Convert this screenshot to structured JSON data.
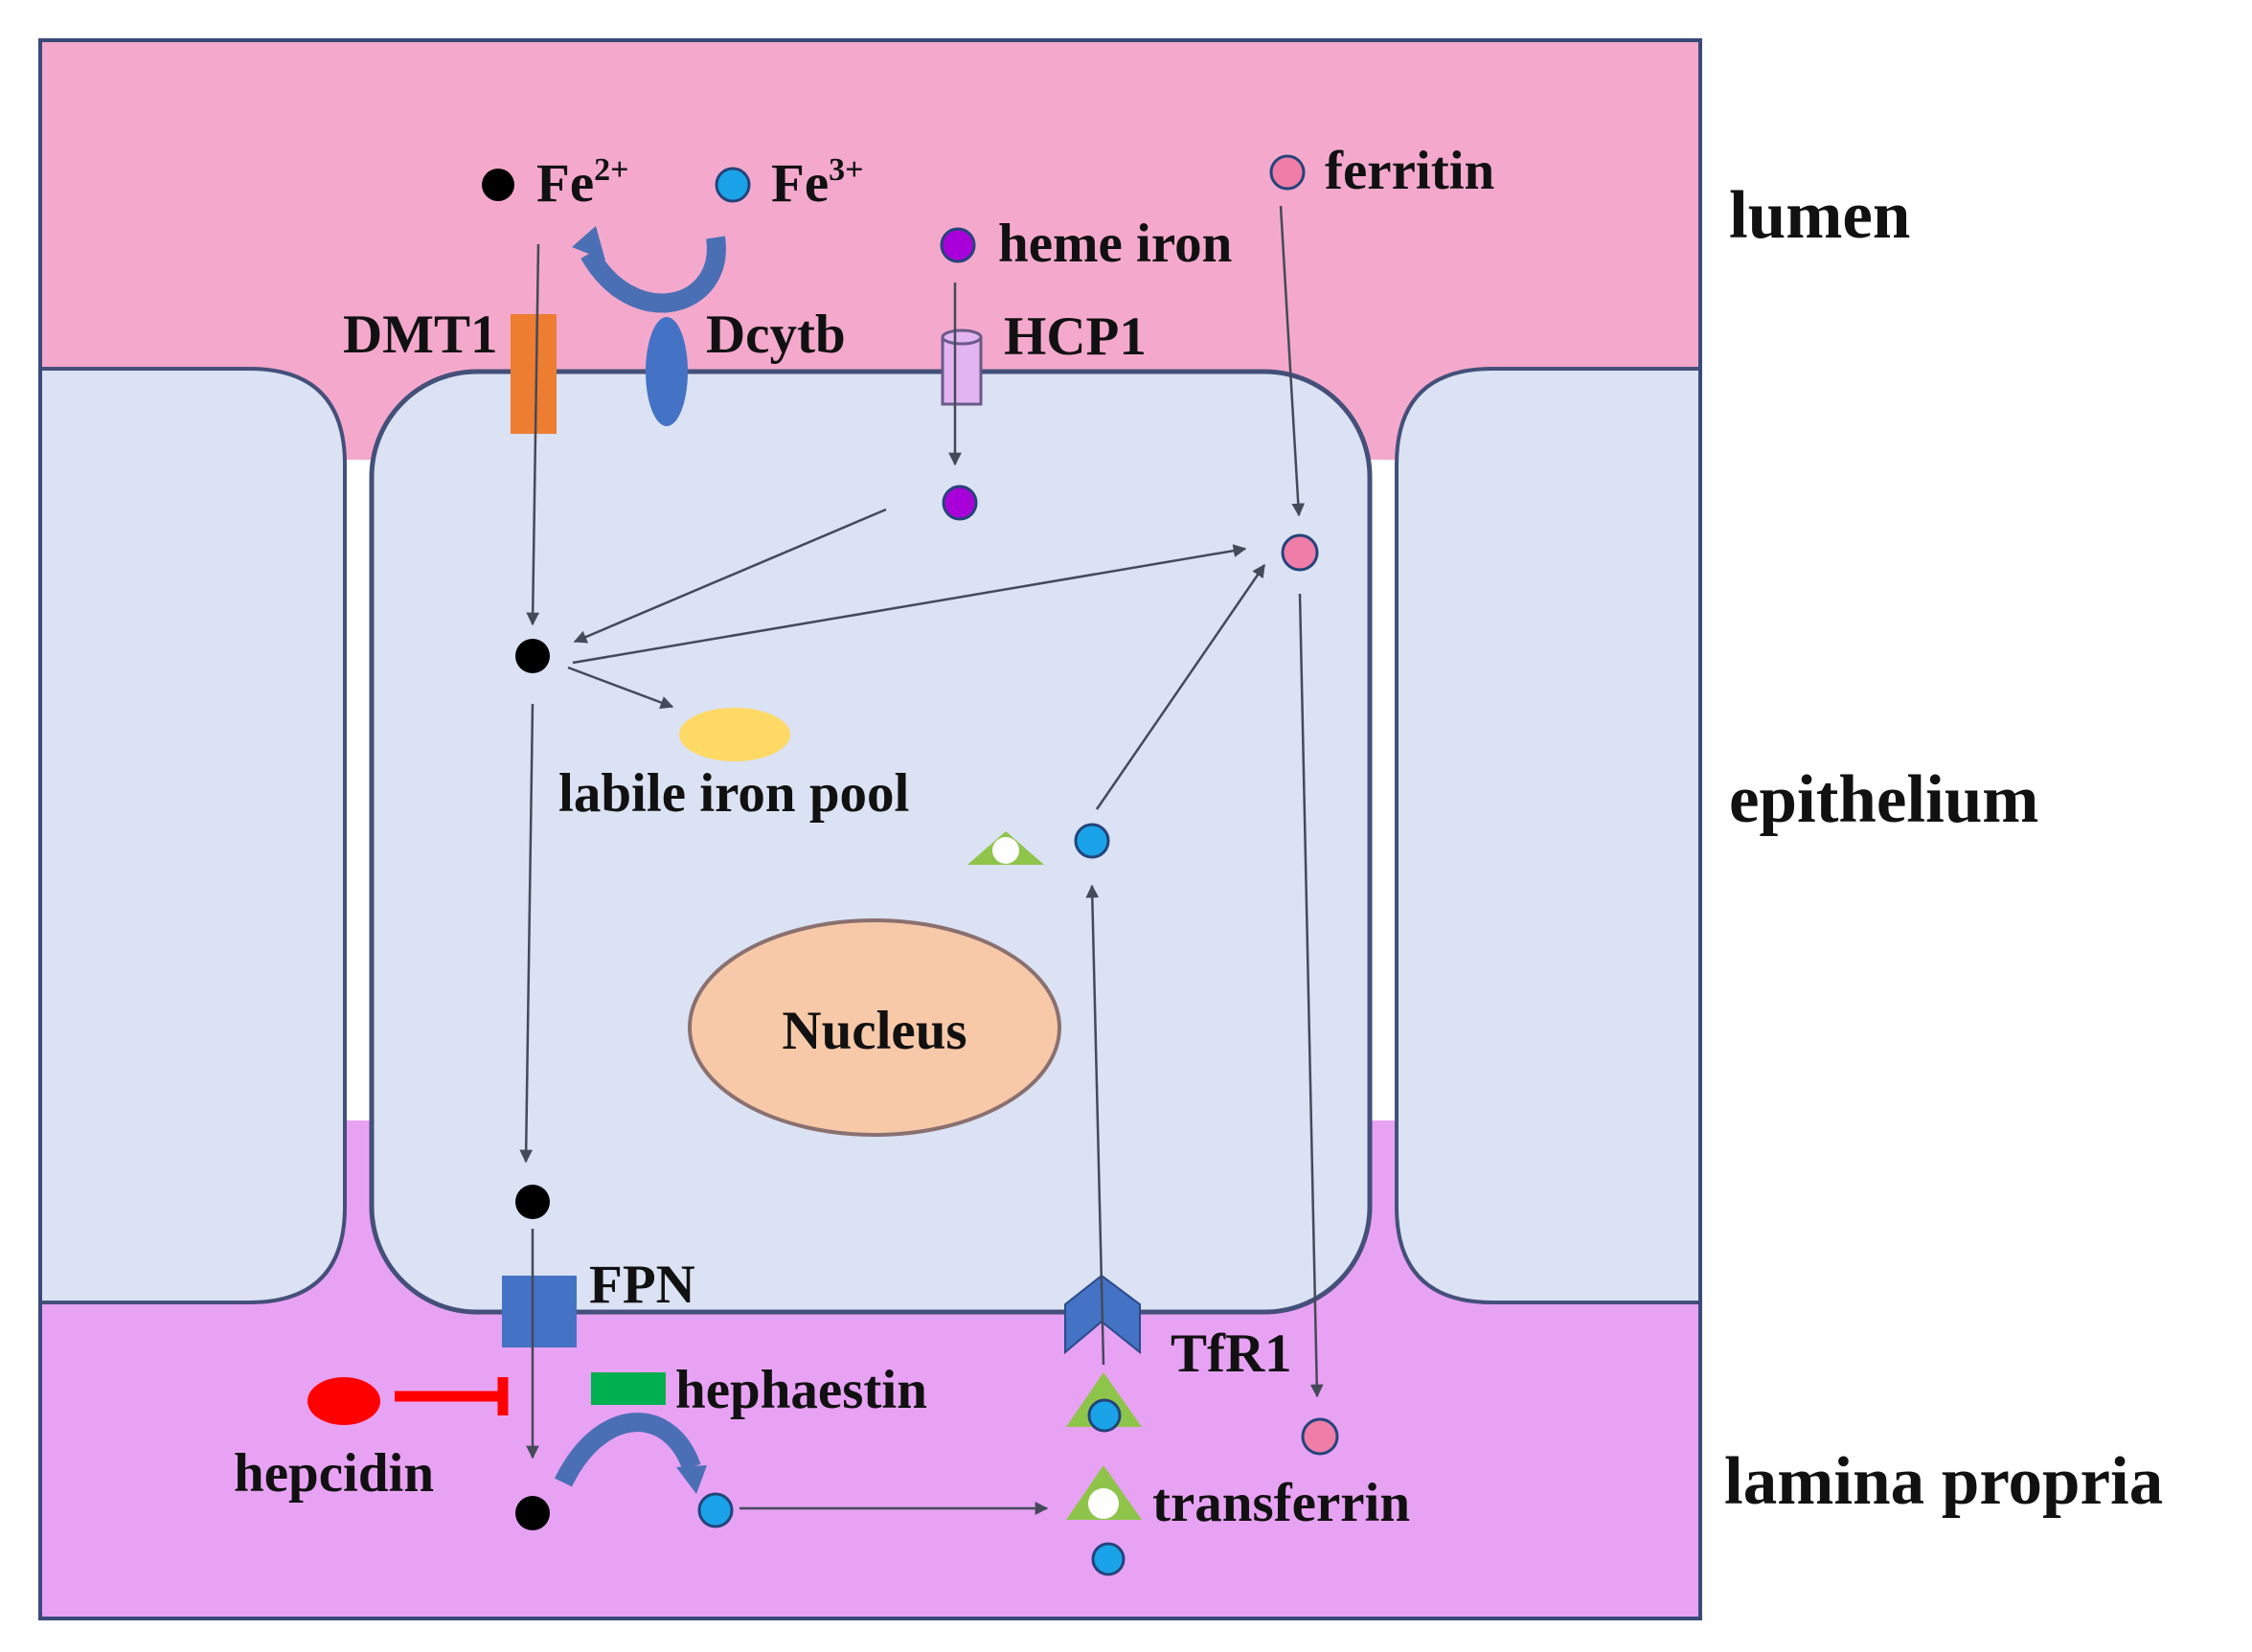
{
  "regions": {
    "lumen": "lumen",
    "epithelium": "epithelium",
    "lamina_propria": "lamina propria"
  },
  "labels": {
    "fe2_base": "Fe",
    "fe2_sup": "2+",
    "fe3_base": "Fe",
    "fe3_sup": "3+",
    "heme_iron": "heme iron",
    "ferritin": "ferritin",
    "dmt1": "DMT1",
    "dcytb": "Dcytb",
    "hcp1": "HCP1",
    "labile_iron_pool": "labile iron pool",
    "nucleus": "Nucleus",
    "fpn": "FPN",
    "hepcidin": "hepcidin",
    "hephaestin": "hephaestin",
    "tfr1": "TfR1",
    "transferrin": "transferrin"
  },
  "colors": {
    "lumen_bg": "#f4a9cc",
    "lamina_bg": "#e8a2f4",
    "cell_fill": "#dae2f3",
    "cell_border": "#44507a",
    "fe2": "#000000",
    "fe3": "#1aa3e8",
    "heme": "#a800d8",
    "ferritin": "#f07ca8",
    "dmt1": "#ed7d31",
    "dcytb": "#4472c4",
    "hcp1": "#e2b4f0",
    "labile_pool": "#ffd966",
    "nucleus": "#f8c9a8",
    "fpn": "#4472c4",
    "hepcidin": "#ff0000",
    "hephaestin": "#00b050",
    "transferrin": "#8fc44a",
    "arrow": "#444a58"
  }
}
